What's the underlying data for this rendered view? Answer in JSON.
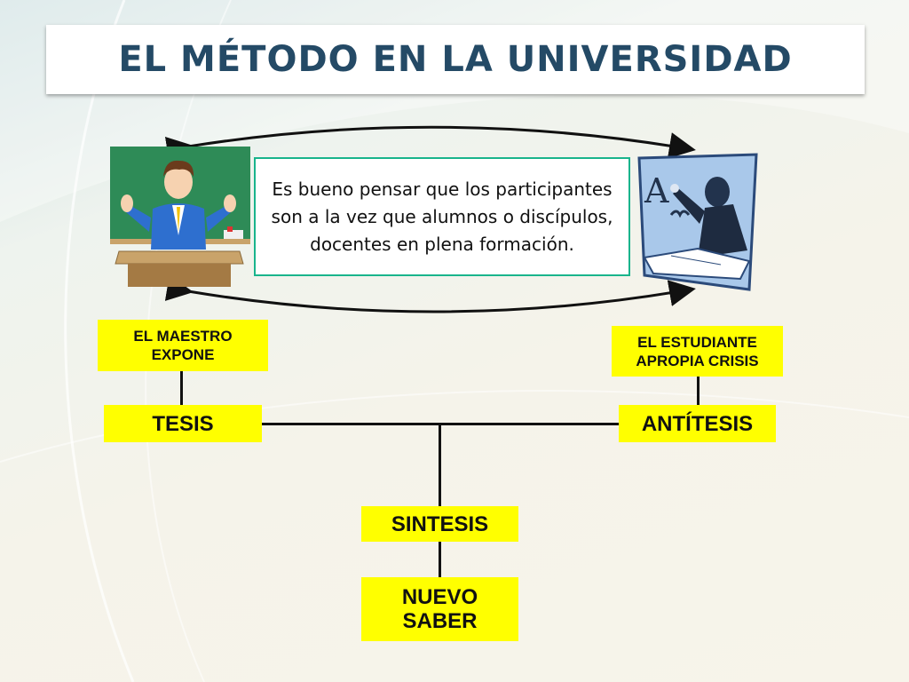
{
  "title": "EL MÉTODO EN LA UNIVERSIDAD",
  "quote": "Es bueno pensar que los participantes son a la vez que alumnos o discípulos, docentes en plena formación.",
  "nodes": {
    "maestro": "EL MAESTRO EXPONE",
    "estudiante": "EL ESTUDIANTE APROPIA CRISIS",
    "tesis": "TESIS",
    "antitesis": "ANTÍTESIS",
    "sintesis": "SINTESIS",
    "nuevo_saber": "NUEVO SABER"
  },
  "colors": {
    "title": "#244a66",
    "box_fill": "#ffff00",
    "quote_border": "#19b48c",
    "connector": "#111111"
  },
  "icons": [
    "teacher-illustration",
    "student-illustration",
    "double-arrow"
  ]
}
